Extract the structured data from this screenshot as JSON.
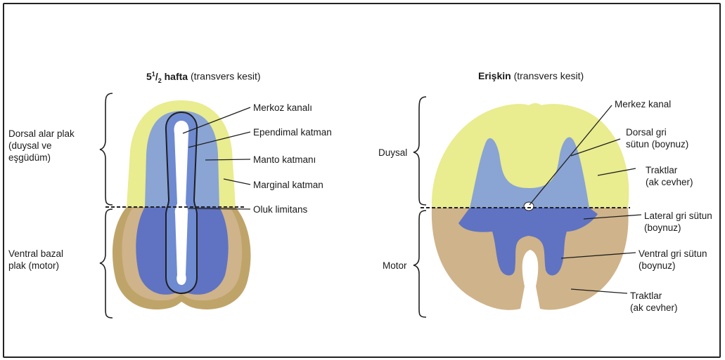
{
  "colors": {
    "marginal_yellow": "#e9ec8f",
    "mantle_blue": "#8aa4d4",
    "ependymal_blue": "#6e8ad0",
    "basal_blue": "#5f73c2",
    "basal_tan": "#cfb38a",
    "ventral_outer": "#bfa46a",
    "outline": "#1f1f1f"
  },
  "left": {
    "title_num": "5",
    "title_sup": "1",
    "title_sub": "2",
    "title_bold": "hafta",
    "title_rest": "(transvers kesit)",
    "side_top": [
      "Dorsal alar plak",
      "(duysal ve",
      "eşgüdüm)"
    ],
    "side_bottom": [
      "Ventral bazal",
      "plak (motor)"
    ],
    "labels": [
      "Merkoz kanalı",
      "Ependimal katman",
      "Manto katmanı",
      "Marginal katman",
      "Oluk limitans"
    ]
  },
  "right": {
    "title_bold": "Erişkin",
    "title_rest": "(transvers kesit)",
    "side_top": "Duysal",
    "side_bottom": "Motor",
    "labels": {
      "central": "Merkez kanal",
      "dorsal_1": "Dorsal gri",
      "dorsal_2": "sütun (boynuz)",
      "tracts1_1": "Traktlar",
      "tracts1_2": "(ak cevher)",
      "lateral_1": "Lateral gri sütun",
      "lateral_2": "(boynuz)",
      "ventral_1": "Ventral gri sütun",
      "ventral_2": "(boynuz)",
      "tracts2_1": "Traktlar",
      "tracts2_2": "(ak cevher)"
    }
  }
}
